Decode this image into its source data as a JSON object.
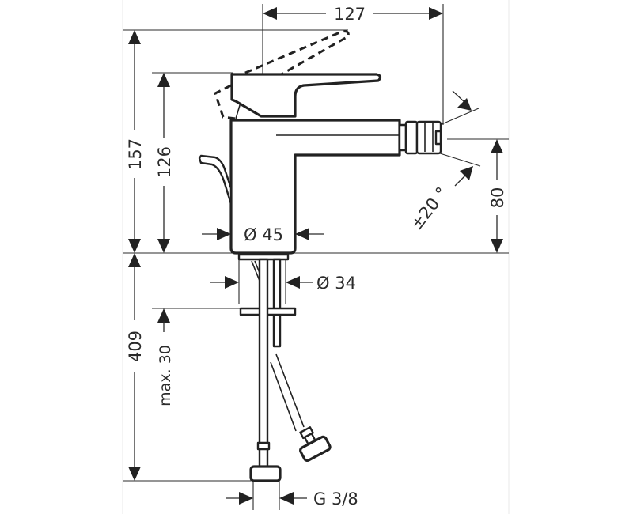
{
  "drawing": {
    "title": "Bidet mixer dimensional drawing",
    "colors": {
      "line": "#222222",
      "background": "#ffffff",
      "frame": "#e8e8e8"
    },
    "dimensions": {
      "width_top": "127",
      "height_total": "157",
      "height_lever": "126",
      "height_spout": "80",
      "swivel_angle": "±20 °",
      "body_diameter": "Ø 45",
      "shank_diameter": "Ø 34",
      "below_deck_length": "409",
      "max_deck_thickness": "max. 30",
      "connection_thread": "G 3/8"
    },
    "units": "mm"
  }
}
